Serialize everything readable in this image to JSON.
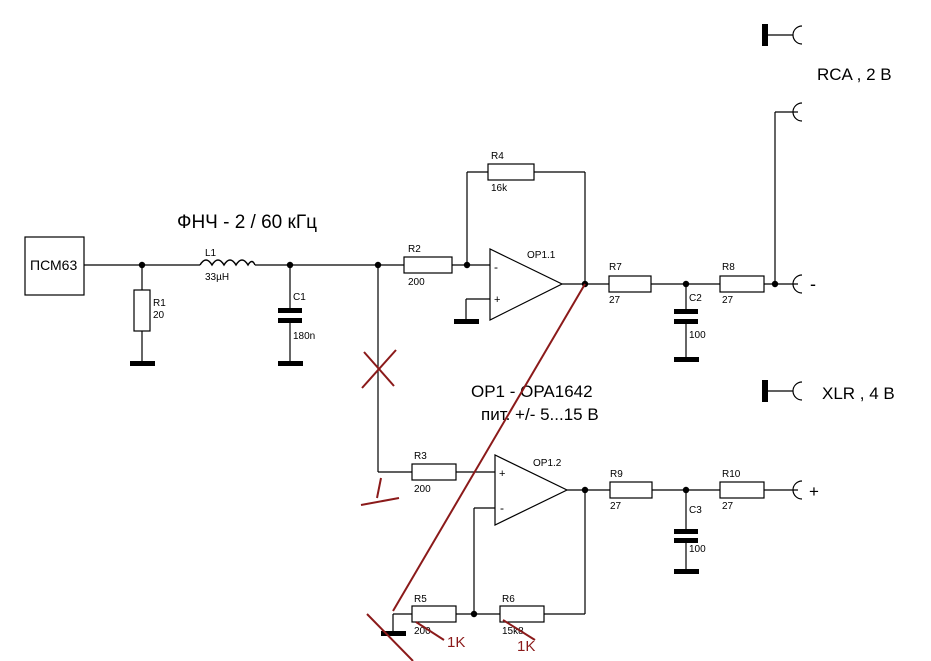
{
  "colors": {
    "wire": "#000000",
    "annotation": "#8b1a1a",
    "background": "#ffffff"
  },
  "source_label": "ПСМ63",
  "filter_title": "ФНЧ - 2 / 60 кГц",
  "opamp_title": "OP1 - OPA1642",
  "opamp_power": "пит. +/- 5...15 В",
  "rca_label": "RCA , 2 В",
  "xlr_label": "XLR , 4 В",
  "minus_sign": "-",
  "plus_sign": "+",
  "components": {
    "R1": {
      "name": "R1",
      "value": "20"
    },
    "L1": {
      "name": "L1",
      "value": "33µH"
    },
    "C1": {
      "name": "C1",
      "value": "180n"
    },
    "R2": {
      "name": "R2",
      "value": "200"
    },
    "R4": {
      "name": "R4",
      "value": "16k"
    },
    "OP11": {
      "name": "OP1.1"
    },
    "R7": {
      "name": "R7",
      "value": "27"
    },
    "C2": {
      "name": "C2",
      "value": "100"
    },
    "R8": {
      "name": "R8",
      "value": "27"
    },
    "R3": {
      "name": "R3",
      "value": "200"
    },
    "OP12": {
      "name": "OP1.2"
    },
    "R9": {
      "name": "R9",
      "value": "27"
    },
    "C3": {
      "name": "C3",
      "value": "100"
    },
    "R10": {
      "name": "R10",
      "value": "27"
    },
    "R5": {
      "name": "R5",
      "value": "200"
    },
    "R6": {
      "name": "R6",
      "value": "15k8"
    }
  },
  "annotations": {
    "r5_new": "1K",
    "r6_new": "1K"
  }
}
